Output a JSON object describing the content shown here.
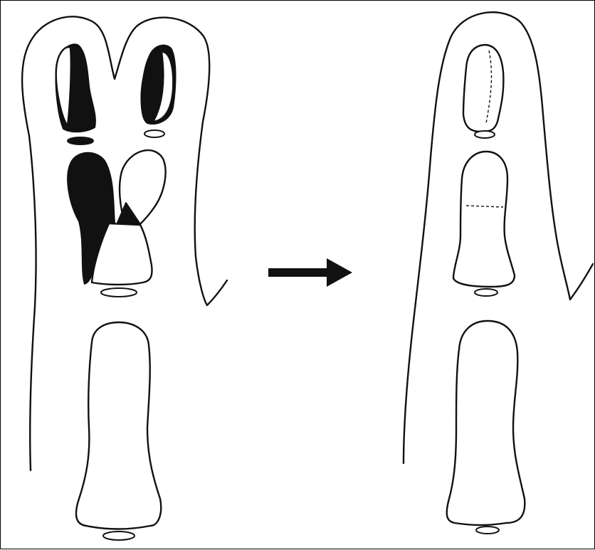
{
  "figure": {
    "panels": [
      {
        "id": "before",
        "description_semantic": "duplicated-digit"
      },
      {
        "id": "after",
        "description_semantic": "reconstructed-digit"
      }
    ],
    "arrow": "right-arrow-icon"
  },
  "colors": {
    "stroke": "#111111",
    "fill_dark": "#111111",
    "background": "#ffffff"
  }
}
